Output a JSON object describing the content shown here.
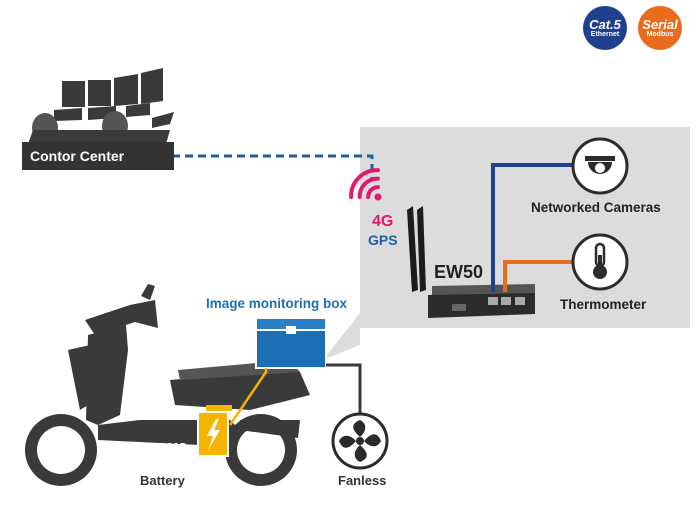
{
  "badges": {
    "cat5": {
      "title": "Cat.5",
      "subtitle": "Ethernet",
      "color": "#1f3f8f"
    },
    "serial": {
      "title": "Serial",
      "subtitle": "Modbus",
      "color": "#ea6b1e"
    }
  },
  "labels": {
    "control_center": "Contor Center",
    "signal_4g": "4G",
    "gps": "GPS",
    "device": "EW50",
    "image_box": "Image monitoring box",
    "cameras": "Networked Cameras",
    "thermometer": "Thermometer",
    "bms": "BMS",
    "battery": "Battery",
    "fanless": "Fanless"
  },
  "colors": {
    "ethernet_line": "#1f3f8f",
    "serial_line": "#ea6b1e",
    "dashed_link": "#1f5f9f",
    "signal": "#e2186e",
    "box_blue": "#1d6fb3",
    "battery_yellow": "#f5b400",
    "panel_gray": "#d9d9d9",
    "scooter_dark": "#3a3a3a"
  },
  "icons": [
    "cat5-badge",
    "serial-badge",
    "wifi-signal-icon",
    "dome-camera-icon",
    "thermometer-icon",
    "fan-icon",
    "lightning-icon"
  ]
}
